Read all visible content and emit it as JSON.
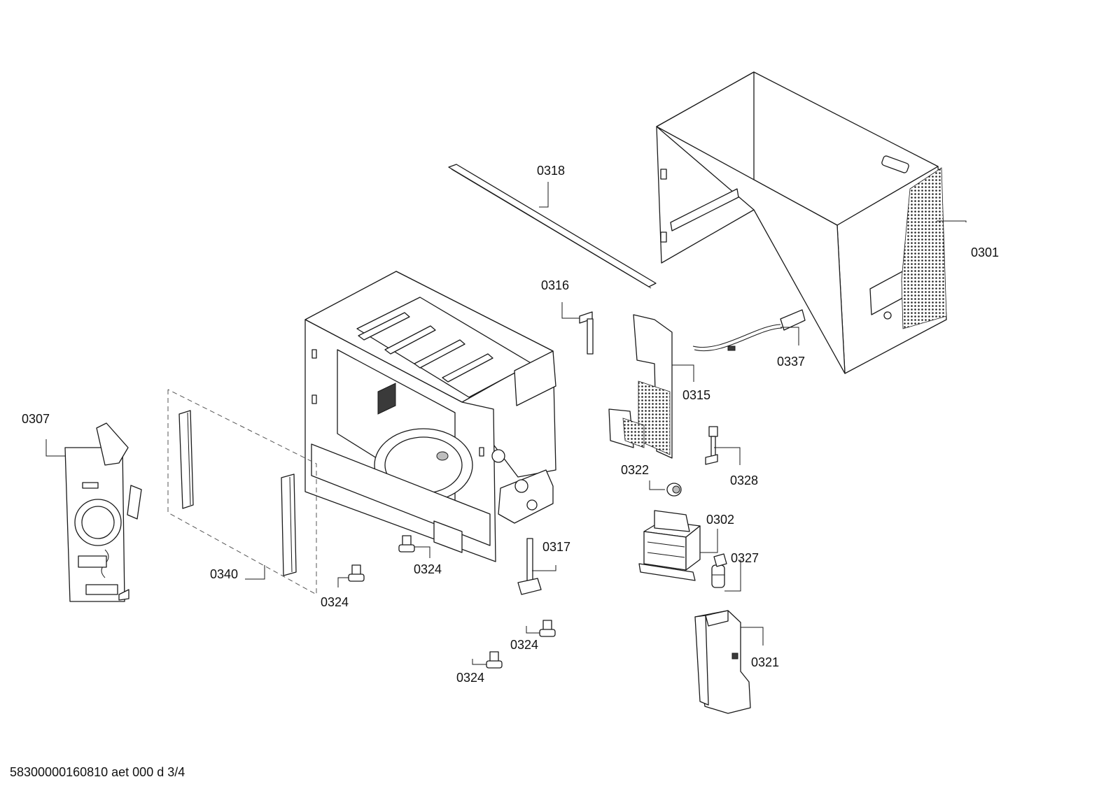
{
  "labels": {
    "p0301": "0301",
    "p0302": "0302",
    "p0307": "0307",
    "p0315": "0315",
    "p0316": "0316",
    "p0317": "0317",
    "p0318": "0318",
    "p0321": "0321",
    "p0322": "0322",
    "p0324a": "0324",
    "p0324b": "0324",
    "p0324c": "0324",
    "p0324d": "0324",
    "p0327": "0327",
    "p0328": "0328",
    "p0337": "0337",
    "p0340": "0340"
  },
  "footer": "58300000160810 aet 000 d 3/4"
}
